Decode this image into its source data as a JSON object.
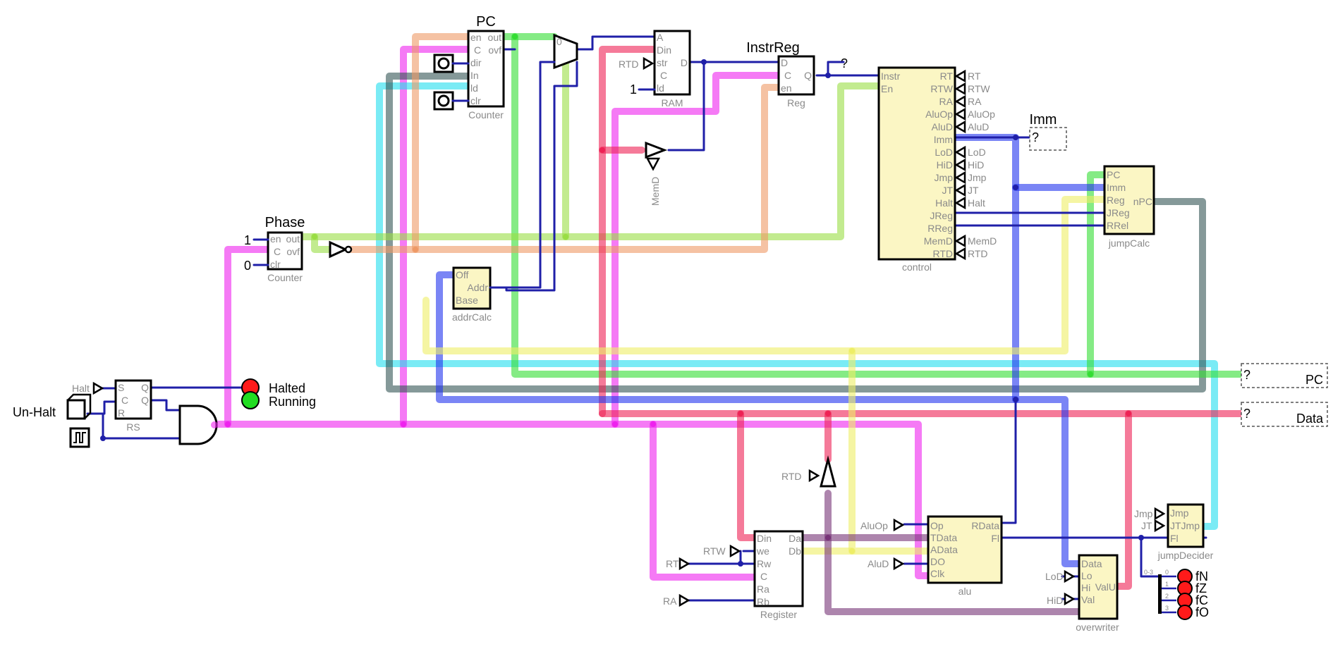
{
  "components": {
    "pc": {
      "title": "PC",
      "type": "Counter",
      "pins_left": [
        "en",
        "C",
        "dir",
        "In",
        "ld",
        "clr"
      ],
      "pins_right": [
        "out",
        "ovf"
      ]
    },
    "phase": {
      "title": "Phase",
      "type": "Counter",
      "pins_left": [
        "en",
        "C",
        "clr"
      ],
      "pins_right": [
        "out",
        "ovf"
      ],
      "const_en": "1",
      "const_clr": "0"
    },
    "ram": {
      "type": "RAM",
      "pins_left": [
        "A",
        "Din",
        "str",
        "C",
        "ld"
      ],
      "pins_right": [
        "D"
      ],
      "str_tunnel": "RTD",
      "const_ld": "1"
    },
    "instr_reg": {
      "title": "InstrReg",
      "type": "Reg",
      "pins_left": [
        "D",
        "C",
        "en"
      ],
      "pins_right": [
        "Q"
      ],
      "probe": "?"
    },
    "mux": {
      "label": "0"
    },
    "control": {
      "type": "control",
      "pins_left": [
        "Instr",
        "En"
      ],
      "pins_right": [
        "RT",
        "RTW",
        "RA",
        "AluOp",
        "AluD",
        "Imm",
        "LoD",
        "HiD",
        "Jmp",
        "JT",
        "Halt",
        "JReg",
        "RReg",
        "MemD",
        "RTD"
      ],
      "tunnels": [
        "RT",
        "RTW",
        "RA",
        "AluOp",
        "AluD",
        "LoD",
        "HiD",
        "Jmp",
        "JT",
        "Halt",
        "MemD",
        "RTD"
      ]
    },
    "imm_probe": {
      "title": "Imm",
      "value": "?"
    },
    "jump_calc": {
      "type": "jumpCalc",
      "pins_left": [
        "PC",
        "Imm",
        "Reg",
        "JReg",
        "RRel"
      ],
      "pins_right": [
        "nPC"
      ]
    },
    "addr_calc": {
      "type": "addrCalc",
      "pins_left": [
        "Off",
        "Base"
      ],
      "pins_right": [
        "Addr"
      ]
    },
    "memd": {
      "label": "MemD"
    },
    "rs": {
      "type": "RS",
      "pins_left": [
        "S",
        "C",
        "R"
      ],
      "pins_right": [
        "Q",
        "Q"
      ],
      "halt_tunnel": "Halt",
      "unhalt_label": "Un-Halt"
    },
    "leds": {
      "halted": "Halted",
      "running": "Running",
      "halted_color": "#ff1a1a",
      "running_color": "#22dd22"
    },
    "outputs": {
      "pc_value": "?",
      "pc_label": "PC",
      "data_value": "?",
      "data_label": "Data"
    },
    "register": {
      "type": "Register",
      "pins_left": [
        "Din",
        "we",
        "Rw",
        "C",
        "Ra",
        "Rb"
      ],
      "pins_right": [
        "Da",
        "Db"
      ],
      "tunnels": [
        "RTW",
        "RT",
        "RA"
      ]
    },
    "rtd_driver": {
      "label": "RTD"
    },
    "alu": {
      "type": "alu",
      "pins_left": [
        "Op",
        "TData",
        "AData",
        "DO",
        "Clk"
      ],
      "pins_right": [
        "RData",
        "Fl"
      ],
      "tunnels": [
        "AluOp",
        "AluD"
      ]
    },
    "overwriter": {
      "type": "overwriter",
      "pins_left": [
        "Data",
        "Lo",
        "Hi",
        "Val"
      ],
      "pins_right": [
        "ValU"
      ],
      "tunnels": [
        "LoD",
        "HiD"
      ]
    },
    "jump_decider": {
      "type": "jumpDecider",
      "pins_left": [
        "Jmp",
        "JTJmp",
        "Fl"
      ],
      "tunnels": [
        "Jmp",
        "JT"
      ]
    },
    "flags": {
      "range": "0-3",
      "labels": [
        "fN",
        "fZ",
        "fC",
        "fO"
      ],
      "indices": [
        "0",
        "1",
        "2",
        "3"
      ]
    }
  },
  "colors": {
    "magenta": "#ee22ee",
    "cyan": "#22ddee",
    "green": "#33dd33",
    "lime": "#99dd44",
    "orange": "#ee9966",
    "red": "#ee2255",
    "blue": "#2233ee",
    "yellow": "#eeee66",
    "slate": "#335555",
    "purple": "#773377",
    "wire": "#1f1fa8"
  }
}
